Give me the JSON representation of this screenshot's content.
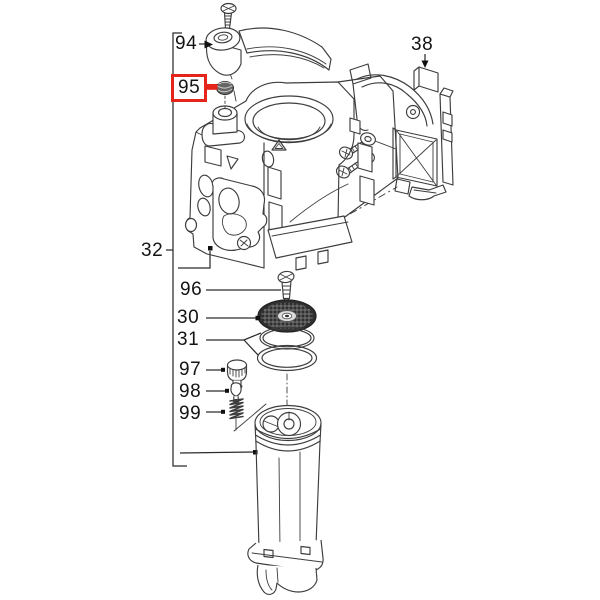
{
  "theme": {
    "background": "#ffffff",
    "line_color": "#3d3d3d",
    "label_color": "#141414",
    "highlight_color": "#e32619",
    "disc_fill": "#2f2f2f"
  },
  "diagram": {
    "type": "exploded-parts-diagram",
    "highlighted_part": "95",
    "labels": {
      "94": "94",
      "95": "95",
      "38": "38",
      "32": "32",
      "96": "96",
      "30": "30",
      "31": "31",
      "97": "97",
      "98": "98",
      "99": "99"
    }
  }
}
